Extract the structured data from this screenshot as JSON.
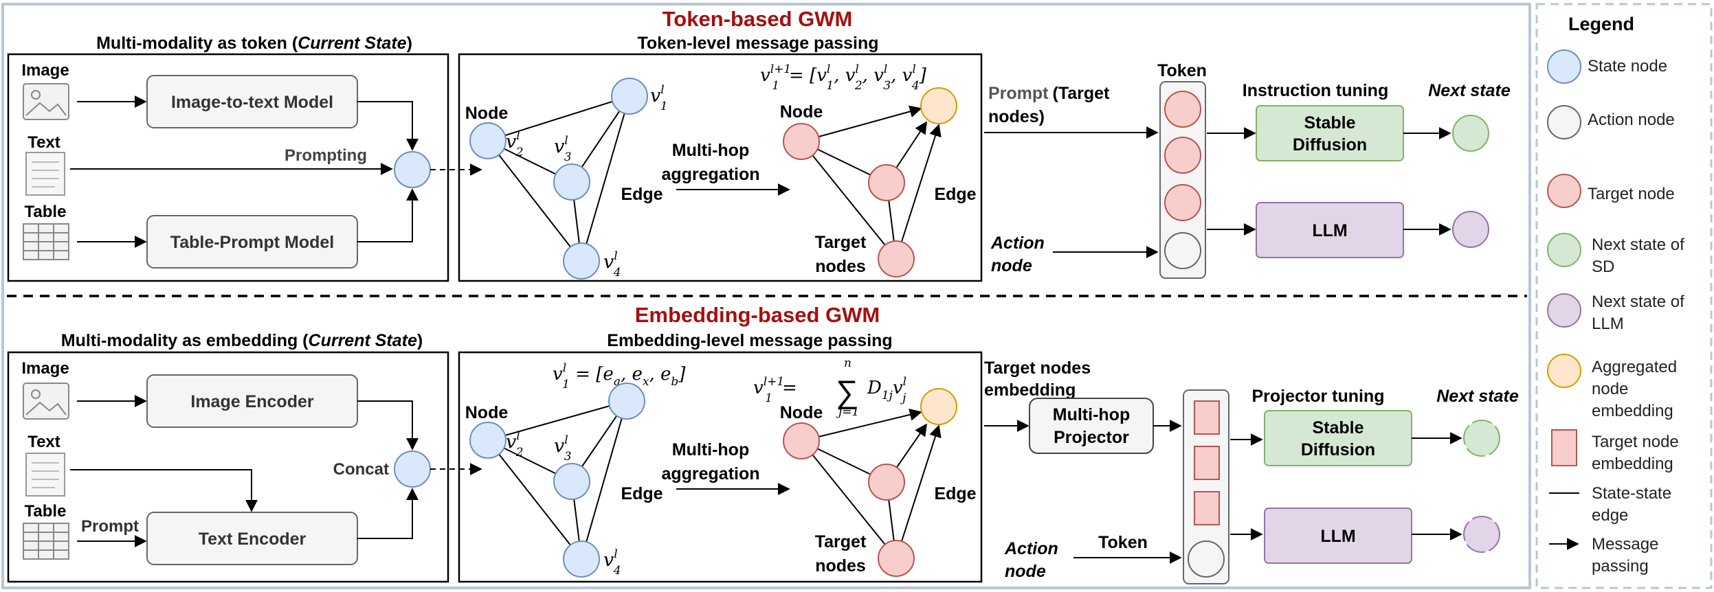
{
  "colors": {
    "state": "#dae8fc",
    "state_stroke": "#6c8ebf",
    "target": "#f8cecc",
    "target_stroke": "#b85450",
    "aggregated": "#ffe6cc",
    "aggregated_stroke": "#d79b00",
    "sd": "#d5e8d4",
    "sd_stroke": "#82b366",
    "llm": "#e1d5e7",
    "llm_stroke": "#9673a6",
    "action": "#f5f5f5",
    "action_stroke": "#666666",
    "title": "#a50f0f",
    "panel_border": "#b7c6d8"
  },
  "top": {
    "title": "Token-based GWM",
    "left_header_a": "Multi-modality as token (",
    "left_header_b": "Current State",
    "left_header_c": ")",
    "mid_header": "Token-level message passing",
    "inputs": [
      "Image",
      "Text",
      "Table"
    ],
    "model_1": "Image-to-text Model",
    "model_2": "Table-Prompt Model",
    "join_label": "Prompting",
    "graph": {
      "node_label": "Node",
      "edge_label": "Edge",
      "target_label_1": "Target",
      "target_label_2": "nodes",
      "agg_label_1": "Multi-hop",
      "agg_label_2": "aggregation"
    },
    "prompt_label_a": "Prompt",
    "prompt_label_b": "(Target",
    "prompt_label_c": "nodes)",
    "action_label_1": "Action",
    "action_label_2": "node",
    "token_label": "Token",
    "tuning_label": "Instruction tuning",
    "next_state_label": "Next state",
    "sd_label_1": "Stable",
    "sd_label_2": "Diffusion",
    "llm_label": "LLM"
  },
  "bottom": {
    "title": "Embedding-based GWM",
    "left_header_a": "Multi-modality as embedding (",
    "left_header_b": "Current State",
    "left_header_c": ")",
    "mid_header": "Embedding-level message passing",
    "inputs": [
      "Image",
      "Text",
      "Table"
    ],
    "model_1": "Image Encoder",
    "model_2": "Text Encoder",
    "prompt_label": "Prompt",
    "join_label": "Concat",
    "graph": {
      "node_label": "Node",
      "edge_label": "Edge",
      "target_label_1": "Target",
      "target_label_2": "nodes",
      "agg_label_1": "Multi-hop",
      "agg_label_2": "aggregation"
    },
    "embed_label_1": "Target nodes",
    "embed_label_2": "embedding",
    "projector_label_1": "Multi-hop",
    "projector_label_2": "Projector",
    "action_label_1": "Action",
    "action_label_2": "node",
    "token_label": "Token",
    "tuning_label": "Projector tuning",
    "next_state_label": "Next state",
    "sd_label_1": "Stable",
    "sd_label_2": "Diffusion",
    "llm_label": "LLM"
  },
  "legend": {
    "title": "Legend",
    "items": [
      {
        "lines": [
          "State node"
        ]
      },
      {
        "lines": [
          "Action node"
        ]
      },
      {
        "lines": [
          "Target node"
        ]
      },
      {
        "lines": [
          "Next state of",
          "SD"
        ]
      },
      {
        "lines": [
          "Next state of",
          "LLM"
        ]
      },
      {
        "lines": [
          "Aggregated",
          "node",
          "embedding"
        ]
      },
      {
        "lines": [
          "Target node",
          "embedding"
        ]
      },
      {
        "lines": [
          "State-state",
          "edge"
        ]
      },
      {
        "lines": [
          "Message",
          "passing"
        ]
      }
    ]
  }
}
